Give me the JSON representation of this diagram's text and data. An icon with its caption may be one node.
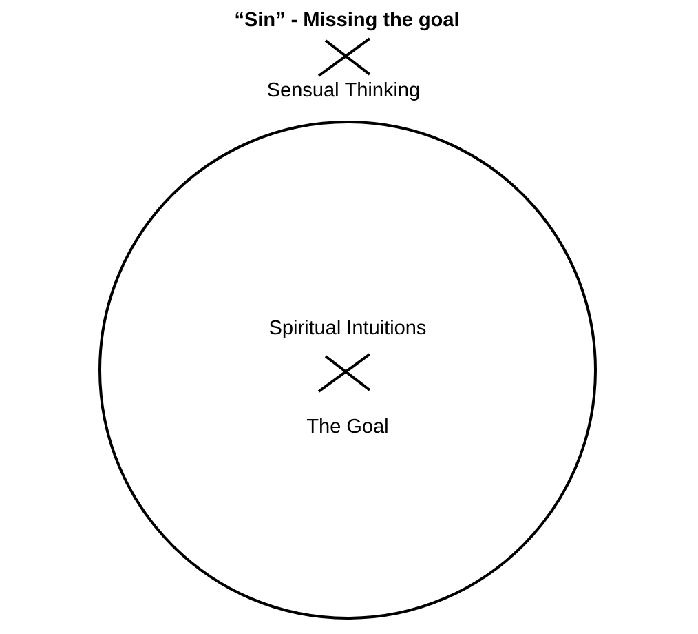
{
  "diagram": {
    "title": "“Sin” - Missing the goal",
    "nodes": [
      {
        "text": [
          "Spiritual Intuitions",
          "The Goal"
        ]
      }
    ],
    "labels": [
      "Sensual Thinking"
    ]
  }
}
